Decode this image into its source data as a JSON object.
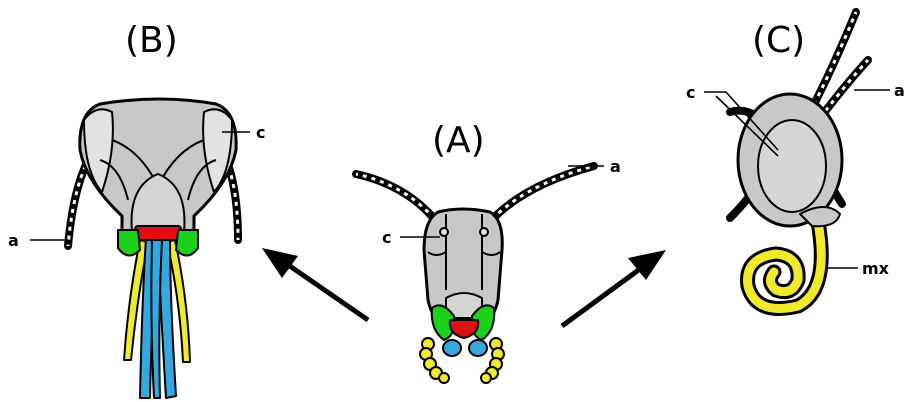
{
  "panels": {
    "A": {
      "label": "(A)"
    },
    "B": {
      "label": "(B)"
    },
    "C": {
      "label": "(C)"
    }
  },
  "parts": {
    "antenna": "a",
    "clypeus": "c",
    "maxilla": "mx"
  },
  "colors": {
    "head_capsule": "#c8c8c8",
    "head_plate": "#e2e2e2",
    "labrum": "#e01010",
    "mandible": "#19d219",
    "proboscis": "#35a8e0",
    "maxilla": "#f0ea2a",
    "outline": "#000000"
  }
}
